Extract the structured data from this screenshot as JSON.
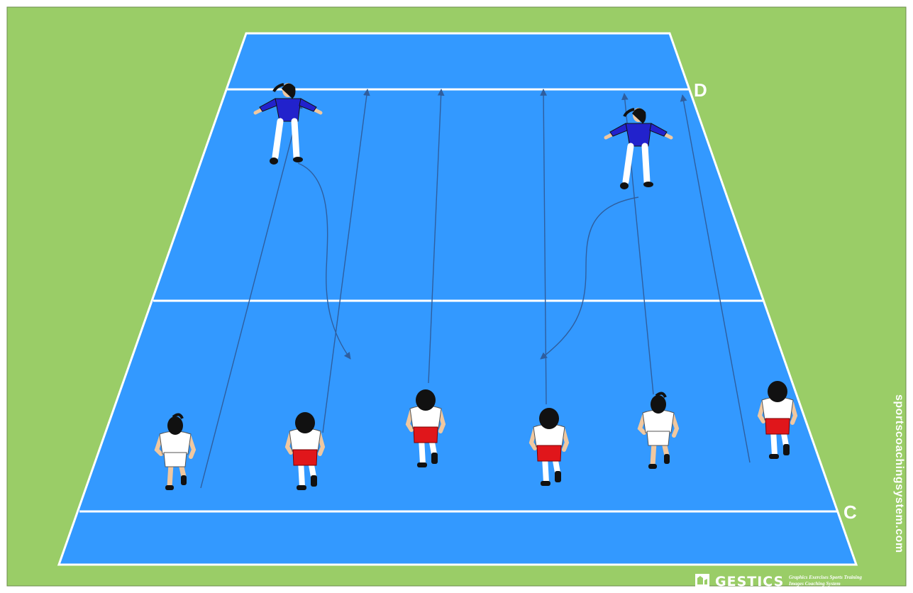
{
  "diagram": {
    "line_labels": {
      "start_line": "C",
      "finish_line": "D"
    },
    "watermark": "sportscoachingsystem.com",
    "brand": {
      "name": "GESTICS",
      "tagline_line1": "Graphics Exercises Sports Training",
      "tagline_line2": "Images Coaching System"
    },
    "players": {
      "runner_count": 6,
      "defender_count": 2
    },
    "colors": {
      "grass": "#9ACD67",
      "court": "#3399FF",
      "court_lines": "#FFFFFF",
      "arrows": "#2F5E9E",
      "defender_shirt": "#2222CC",
      "runner_shirt": "#FFFFFF",
      "runner_shorts_red": "#E0161B",
      "hair": "#111111"
    }
  }
}
